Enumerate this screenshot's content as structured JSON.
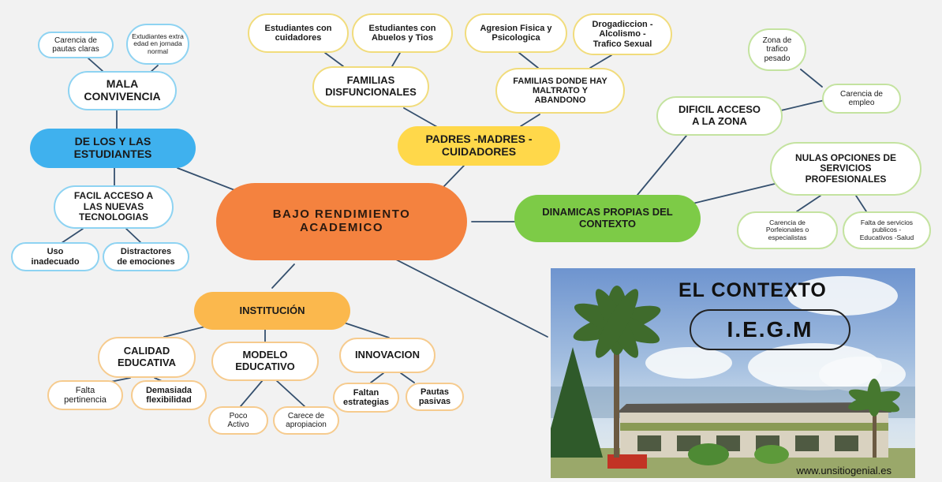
{
  "root": "BAJO RENDIMIENTO\nACADEMICO",
  "estudiantes": {
    "heading": "DE LOS Y LAS\nESTUDIANTES",
    "mala_convivencia": "MALA\nCONVIVENCIA",
    "carencia_pautas": "Carencia de\npautas claras",
    "extra_edad": "Extudiantes extra\nedad en jornada\nnormal",
    "facil_acceso": "FACIL ACCESO A\nLAS NUEVAS\nTECNOLOGIAS",
    "uso_inadecuado": "Uso\ninadecuado",
    "distractores": "Distractores\nde emociones"
  },
  "padres": {
    "heading": "PADRES -MADRES -\nCUIDADORES",
    "familias_disfuncionales": "FAMILIAS\nDISFUNCIONALES",
    "con_cuidadores": "Estudiantes con\ncuidadores",
    "con_abuelos": "Estudiantes con\nAbuelos y Tios",
    "maltrato": "FAMILIAS DONDE HAY\nMALTRATO Y\nABANDONO",
    "agresion": "Agresion Fisica y\nPsicologica",
    "drogadiccion": "Drogadiccion -\nAlcolismo -\nTrafico Sexual"
  },
  "contexto": {
    "heading": "DINAMICAS PROPIAS DEL\nCONTEXTO",
    "dificil_acceso": "DIFICIL ACCESO\nA LA ZONA",
    "zona_trafico": "Zona de\ntrafico\npesado",
    "carencia_empleo": "Carencia de\nempleo",
    "nulas_opciones": "NULAS OPCIONES DE\nSERVICIOS\nPROFESIONALES",
    "carencia_profesionales": "Carencia de\nPorfeionales o\nespecialistas",
    "falta_servicios": "Falta de servicios\npublicos -\nEducativos -Salud"
  },
  "institucion": {
    "heading": "INSTITUCIÓN",
    "calidad": "CALIDAD\nEDUCATIVA",
    "falta_pertinencia": "Falta\npertinencia",
    "demasiada_flex": "Demasiada\nflexibilidad",
    "modelo": "MODELO\nEDUCATIVO",
    "poco_activo": "Poco\nActivo",
    "carece_apropiacion": "Carece de\napropiacion",
    "innovacion": "INNOVACION",
    "faltan_estrategias": "Faltan\nestrategias",
    "pautas_pasivas": "Pautas\npasivas"
  },
  "photo": {
    "title": "EL CONTEXTO",
    "badge": "I.E.G.M",
    "watermark": "www.unsitiogenial.es"
  },
  "colors": {
    "root": "#f4823f",
    "estudiantes": "#3fb1ee",
    "padres": "#ffd84a",
    "contexto": "#7dcb47",
    "institucion": "#fbb84d",
    "connector": "#35506e"
  }
}
